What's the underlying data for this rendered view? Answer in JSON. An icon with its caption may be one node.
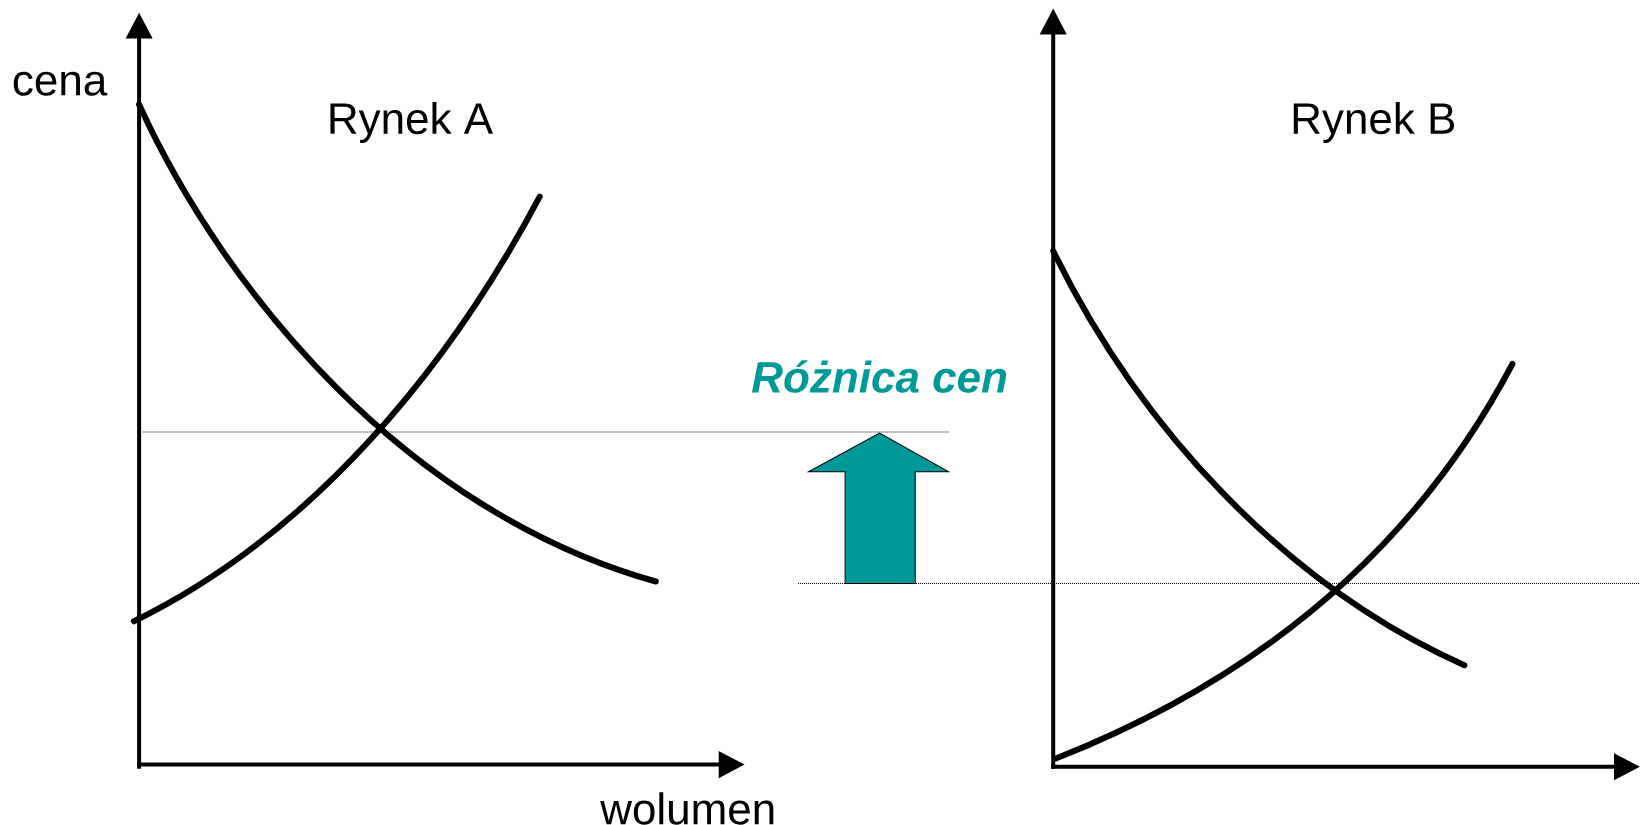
{
  "diagram": {
    "labels": [
      "cena",
      "Rynek A",
      "Różnica cen",
      "Rynek B",
      "wolumen"
    ]
  }
}
